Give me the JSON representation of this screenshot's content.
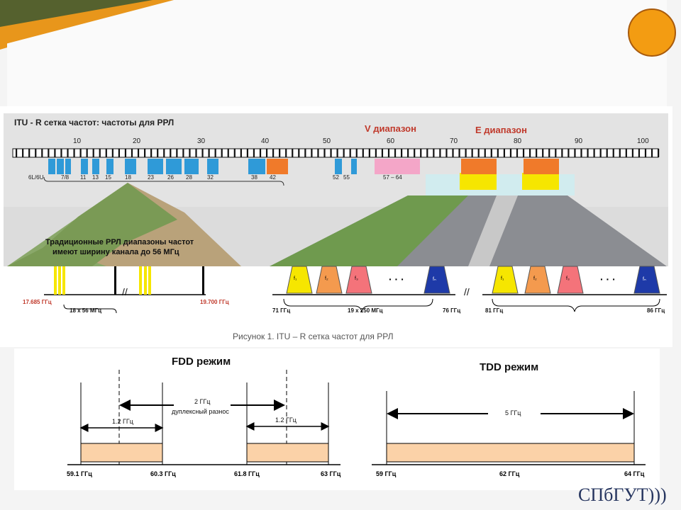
{
  "slide": {
    "accent_circle_color": "#f39c12",
    "logo_text": "СПбГУТ)))"
  },
  "grid": {
    "title": "ITU - R сетка частот: частоты для РРЛ",
    "v_band_label": "V диапазон",
    "e_band_label": "E диапазон",
    "scale_labels": [
      "10",
      "20",
      "30",
      "40",
      "50",
      "60",
      "70",
      "80",
      "90",
      "100"
    ],
    "channel_labels": [
      "6L/6U",
      "7/8",
      "11",
      "13",
      "15",
      "18",
      "23",
      "26",
      "28",
      "32",
      "38",
      "42",
      "52",
      "55",
      "57 – 64"
    ],
    "traditional_caption_line1": "Традиционные РРЛ диапазоны частот",
    "traditional_caption_line2": "имеют ширину канала до 56 МГц",
    "left_freq_start": "17.685 ГГц",
    "left_channels": "18 x 56 МГц",
    "left_freq_end": "19.700 ГГц",
    "v_start": "71 ГГц",
    "v_channels": "19 x 250 МГц",
    "v_end": "76 ГГц",
    "e_start": "81 ГГц",
    "e_end": "86 ГГц",
    "ch_f1": "f₁",
    "ch_f2": "f₂",
    "ch_f3": "f₃",
    "ch_fn": "fₙ",
    "dots": "· · ·",
    "break": "//"
  },
  "figure_caption": "Рисунок 1. ITU – R сетка частот для РРЛ",
  "fdd": {
    "title": "FDD режим",
    "spacing_value": "2 ГГц",
    "spacing_label": "дуплексный разнос",
    "band_width_left": "1.2 ГГц",
    "band_width_right": "1.2 ГГц",
    "f1": "59.1 ГГц",
    "f2": "60.3 ГГц",
    "f3": "61.8 ГГц",
    "f4": "63 ГГц"
  },
  "tdd": {
    "title": "TDD режим",
    "width_label": "5 ГГц",
    "f1": "59 ГГц",
    "f2": "62 ГГц",
    "f3": "64 ГГц"
  },
  "colors": {
    "blue_channel": "#2f9ad8",
    "orange_channel": "#f07a2a",
    "pink_channel": "#f4a6c8",
    "yellow_glow": "#f6e600",
    "band_fill": "#fbd2a8",
    "red_label": "#c0392b"
  }
}
